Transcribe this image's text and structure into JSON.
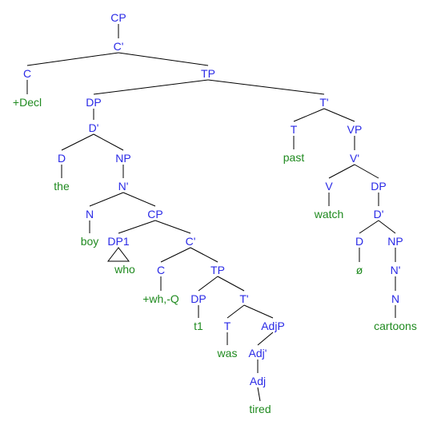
{
  "tree": {
    "label": "CP",
    "children": [
      {
        "label": "C'",
        "children": [
          {
            "label": "C",
            "children": [
              {
                "label": "+Decl",
                "word": true
              }
            ]
          },
          {
            "label": "TP",
            "children": [
              {
                "label": "DP",
                "children": [
                  {
                    "label": "D'",
                    "children": [
                      {
                        "label": "D",
                        "children": [
                          {
                            "label": "the",
                            "word": true
                          }
                        ]
                      },
                      {
                        "label": "NP",
                        "children": [
                          {
                            "label": "N'",
                            "children": [
                              {
                                "label": "N",
                                "children": [
                                  {
                                    "label": "boy",
                                    "word": true
                                  }
                                ]
                              },
                              {
                                "label": "CP",
                                "children": [
                                  {
                                    "label": "DP1",
                                    "triangle": true,
                                    "children": [
                                      {
                                        "label": "who",
                                        "word": true
                                      }
                                    ]
                                  },
                                  {
                                    "label": "C'",
                                    "children": [
                                      {
                                        "label": "C",
                                        "children": [
                                          {
                                            "label": "+wh,-Q",
                                            "word": true
                                          }
                                        ]
                                      },
                                      {
                                        "label": "TP",
                                        "children": [
                                          {
                                            "label": "DP",
                                            "children": [
                                              {
                                                "label": "t1",
                                                "word": true
                                              }
                                            ]
                                          },
                                          {
                                            "label": "T'",
                                            "children": [
                                              {
                                                "label": "T",
                                                "children": [
                                                  {
                                                    "label": "was",
                                                    "word": true
                                                  }
                                                ]
                                              },
                                              {
                                                "label": "AdjP",
                                                "children": [
                                                  {
                                                    "label": "Adj'",
                                                    "children": [
                                                      {
                                                        "label": "Adj",
                                                        "children": [
                                                          {
                                                            "label": "tired",
                                                            "word": true
                                                          }
                                                        ]
                                                      }
                                                    ]
                                                  }
                                                ]
                                              }
                                            ]
                                          }
                                        ]
                                      }
                                    ]
                                  }
                                ]
                              }
                            ]
                          }
                        ]
                      }
                    ]
                  }
                ]
              },
              {
                "label": "T'",
                "children": [
                  {
                    "label": "T",
                    "children": [
                      {
                        "label": "past",
                        "word": true
                      }
                    ]
                  },
                  {
                    "label": "VP",
                    "children": [
                      {
                        "label": "V'",
                        "children": [
                          {
                            "label": "V",
                            "children": [
                              {
                                "label": "watch",
                                "word": true
                              }
                            ]
                          },
                          {
                            "label": "DP",
                            "children": [
                              {
                                "label": "D'",
                                "children": [
                                  {
                                    "label": "D",
                                    "children": [
                                      {
                                        "label": "ø",
                                        "word": true
                                      }
                                    ]
                                  },
                                  {
                                    "label": "NP",
                                    "children": [
                                      {
                                        "label": "N'",
                                        "children": [
                                          {
                                            "label": "N",
                                            "children": [
                                              {
                                                "label": "cartoons",
                                                "word": true
                                              }
                                            ]
                                          }
                                        ]
                                      }
                                    ]
                                  }
                                ]
                              }
                            ]
                          }
                        ]
                      }
                    ]
                  }
                ]
              }
            ]
          }
        ]
      }
    ]
  },
  "colors": {
    "category": "#2a2ae6",
    "word": "#1f8a1f",
    "edge": "#000000"
  }
}
